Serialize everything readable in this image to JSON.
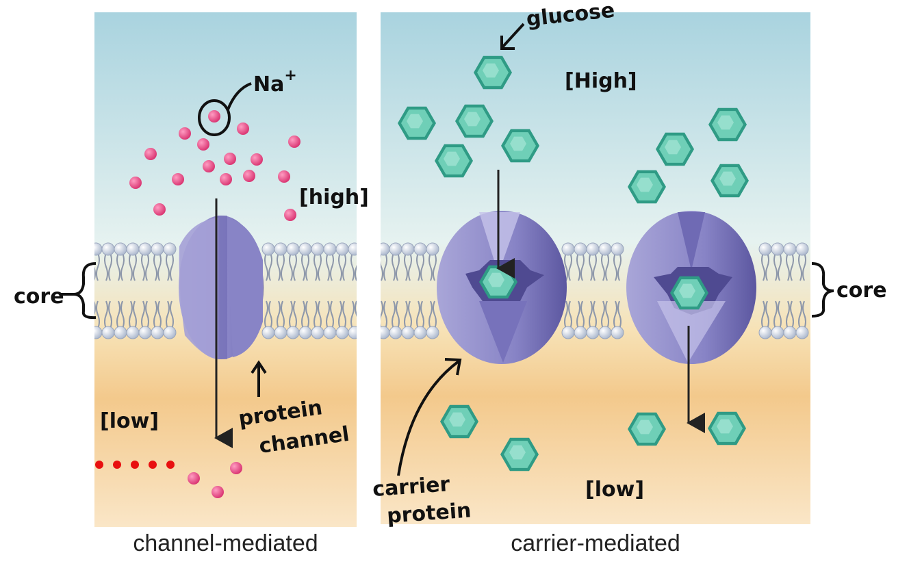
{
  "panels": {
    "left": {
      "caption": "channel-mediated",
      "ion_label": "Na",
      "ion_charge": "+",
      "high_label": "[high]",
      "low_label": "[low]",
      "core_label": "core",
      "protein_label_line1": "protein",
      "protein_label_line2": "channel"
    },
    "right": {
      "caption": "carrier-mediated",
      "solute_label": "glucose",
      "high_label": "[High]",
      "low_label": "[low]",
      "core_label": "core",
      "carrier_label_line1": "carrier",
      "carrier_label_line2": "protein"
    }
  },
  "colors": {
    "extracellular": "#bfe0ea",
    "cytoplasm": "#f5d49a",
    "protein": "#8a86c6",
    "protein_dark": "#5f5aa3",
    "ion": "#e4568f",
    "glucose": "#5dbfa8",
    "lipid_head": "#c9d4e6",
    "marker": "#e81010"
  }
}
